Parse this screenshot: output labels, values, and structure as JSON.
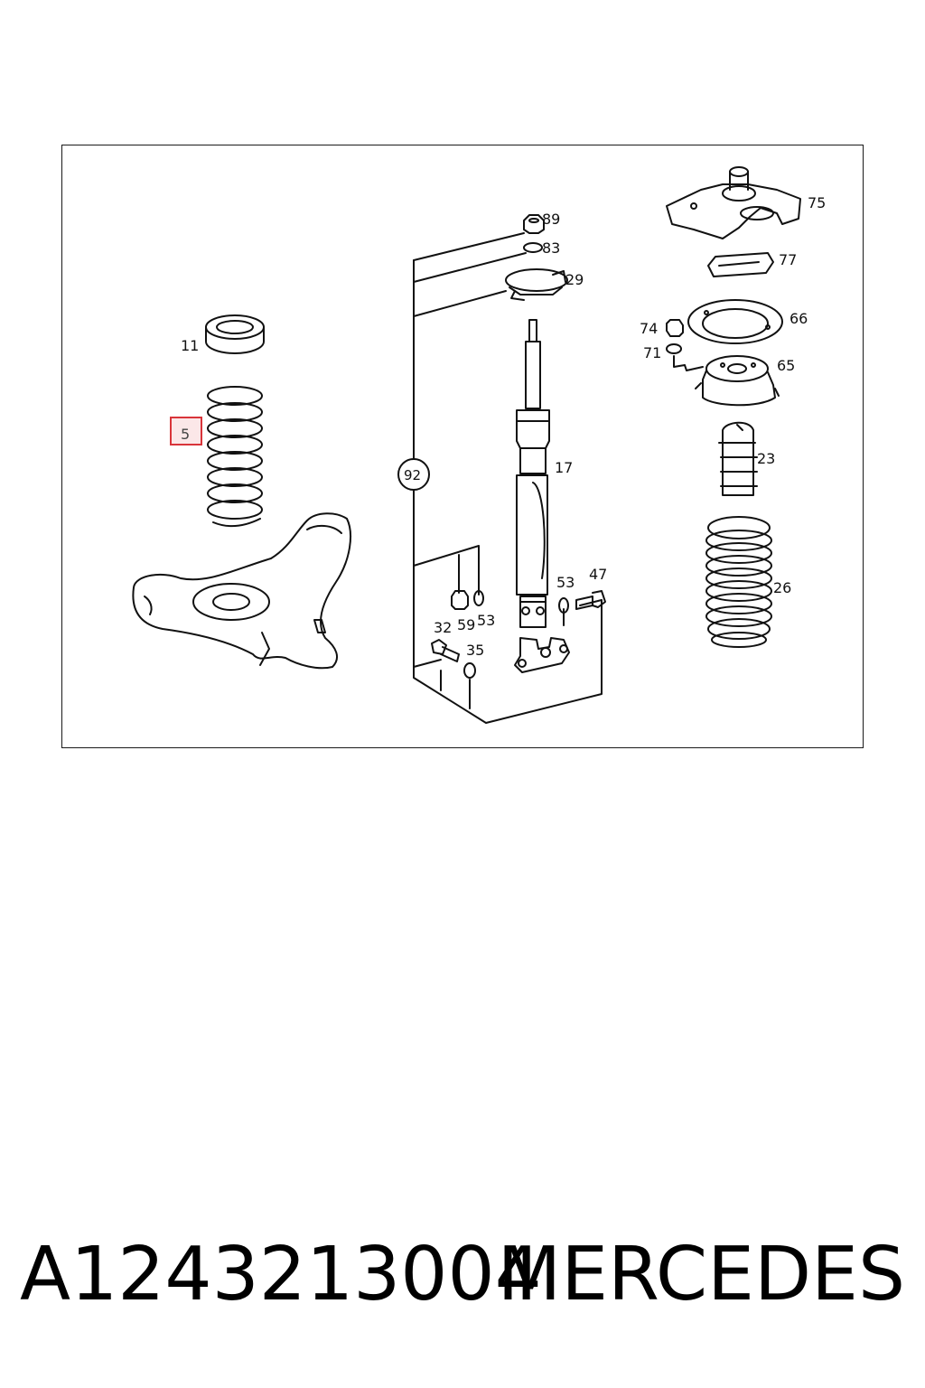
{
  "diagram": {
    "labels": {
      "p89": "89",
      "p83": "83",
      "p29": "29",
      "p75": "75",
      "p77": "77",
      "p11": "11",
      "p74": "74",
      "p66": "66",
      "p71": "71",
      "p65": "65",
      "p5": "5",
      "p92": "92",
      "p17": "17",
      "p23": "23",
      "p53a": "53",
      "p47": "47",
      "p26": "26",
      "p32": "32",
      "p59": "59",
      "p53b": "53",
      "p35": "35"
    },
    "highlighted_part": "5",
    "highlight_color": "#d9343a"
  },
  "caption": {
    "part_number": "A1243213004",
    "brand": "MERCEDES"
  }
}
